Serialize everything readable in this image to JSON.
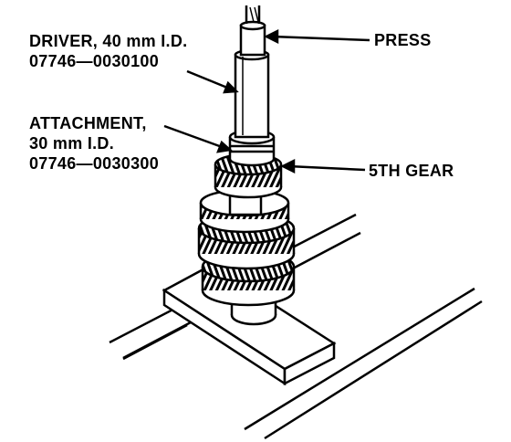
{
  "labels": {
    "driver": {
      "line1": "DRIVER, 40 mm I.D.",
      "line2": "07746—0030100"
    },
    "press": "PRESS",
    "attachment": {
      "line1": "ATTACHMENT,",
      "line2": "30 mm I.D.",
      "line3": "07746—0030300"
    },
    "fifth_gear": "5TH GEAR"
  },
  "colors": {
    "ink": "#000000",
    "paper": "#ffffff"
  }
}
